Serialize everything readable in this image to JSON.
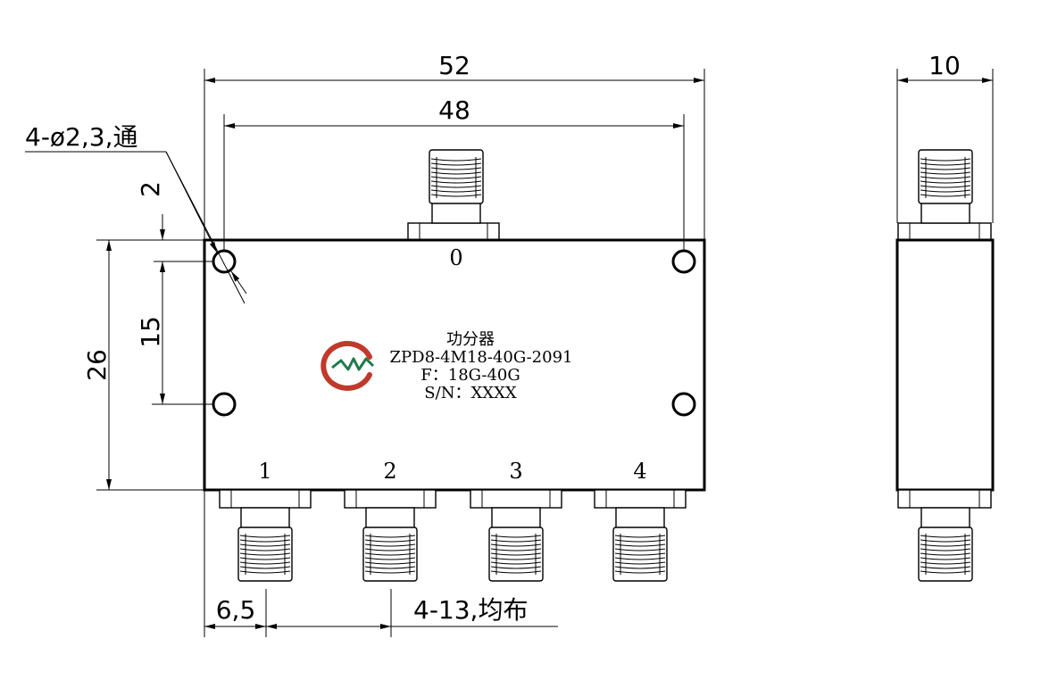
{
  "dimensions": {
    "overall_width": "52",
    "hole_spacing": "48",
    "side_width": "10",
    "holes": "4-ø2,3,通",
    "top_offset": "2",
    "hole_vertical": "15",
    "body_height": "26",
    "first_port_offset": "6,5",
    "port_spacing": "4-13,均布"
  },
  "ports": {
    "input": "0",
    "outputs": [
      "1",
      "2",
      "3",
      "4"
    ]
  },
  "label": {
    "name": "功分器",
    "model": "ZPD8-4M18-40G-2091",
    "frequency": "F：18G-40G",
    "serial": "S/N：XXXX"
  },
  "logo": {
    "arc_color": "#c0392b",
    "inner_color": "#1f7a4a"
  }
}
